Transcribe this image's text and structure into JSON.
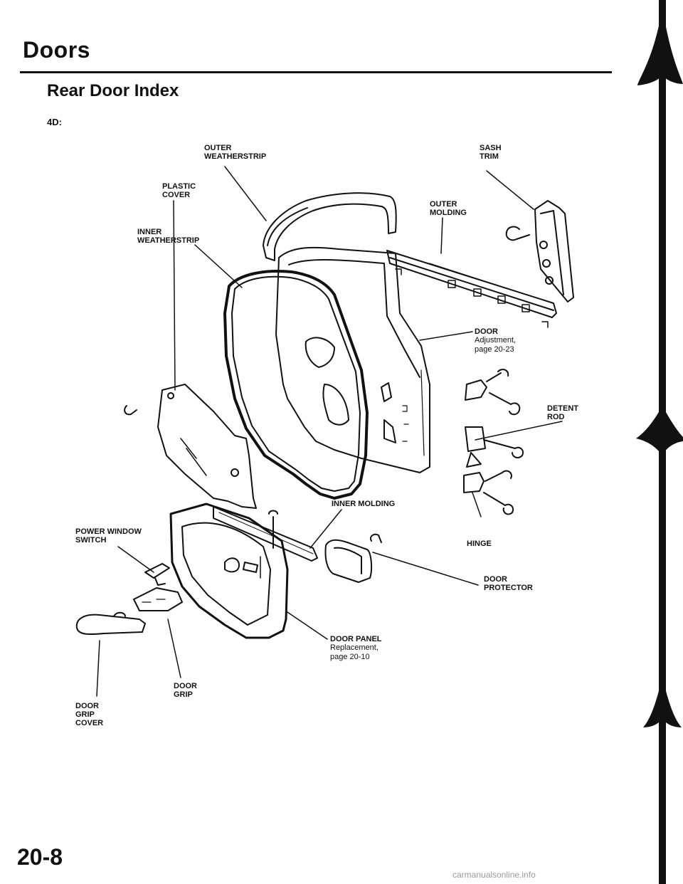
{
  "header": {
    "title": "Doors",
    "section": "Rear Door Index",
    "model": "4D:"
  },
  "labels": {
    "outer_weatherstrip": "OUTER\nWEATHERSTRIP",
    "sash_trim": "SASH\nTRIM",
    "outer_molding": "OUTER\nMOLDING",
    "inner_weatherstrip": "INNER\nWEATHERSTRIP",
    "plastic_cover": "PLASTIC\nCOVER",
    "door": "DOOR",
    "door_ref": "Adjustment,\npage 20-23",
    "detent_rod": "DETENT\nROD",
    "inner_molding": "INNER MOLDING",
    "power_window_switch": "POWER WINDOW\nSWITCH",
    "hinge": "HINGE",
    "door_protector": "DOOR\nPROTECTOR",
    "door_panel": "DOOR PANEL",
    "door_panel_ref": "Replacement,\npage 20-10",
    "door_grip": "DOOR\nGRIP",
    "door_grip_cover": "DOOR\nGRIP\nCOVER"
  },
  "footer": {
    "page_number": "20-8",
    "watermark": "carmanualsonline.info"
  }
}
